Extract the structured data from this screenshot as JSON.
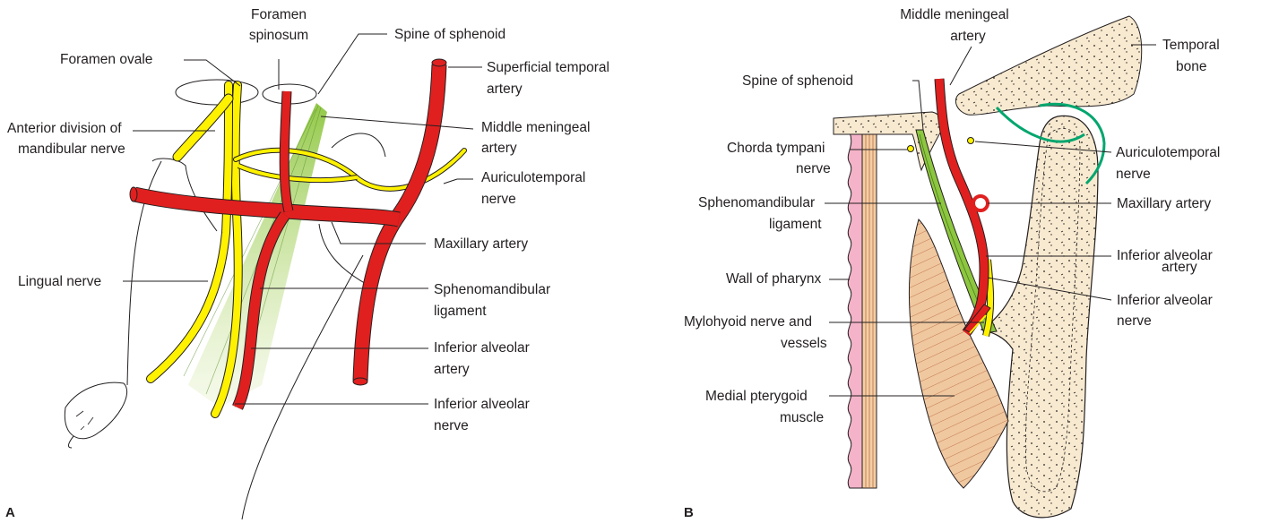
{
  "panels": {
    "a": {
      "letter": "A",
      "labels": {
        "foramen_spinosum_l1": "Foramen",
        "foramen_spinosum_l2": "spinosum",
        "foramen_ovale": "Foramen ovale",
        "spine_of_sphenoid": "Spine of sphenoid",
        "superficial_temporal_l1": "Superficial temporal",
        "superficial_temporal_l2": "artery",
        "anterior_division_l1": "Anterior division of",
        "anterior_division_l2": "mandibular nerve",
        "middle_meningeal_l1": "Middle meningeal",
        "middle_meningeal_l2": "artery",
        "auriculotemporal_l1": "Auriculotemporal",
        "auriculotemporal_l2": "nerve",
        "maxillary_artery": "Maxillary artery",
        "lingual_nerve": "Lingual nerve",
        "sphenomandibular_l1": "Sphenomandibular",
        "sphenomandibular_l2": "ligament",
        "inf_alveolar_artery_l1": "Inferior alveolar",
        "inf_alveolar_artery_l2": "artery",
        "inf_alveolar_nerve_l1": "Inferior alveolar",
        "inf_alveolar_nerve_l2": "nerve"
      }
    },
    "b": {
      "letter": "B",
      "labels": {
        "middle_meningeal_l1": "Middle meningeal",
        "middle_meningeal_l2": "artery",
        "temporal_bone_l1": "Temporal",
        "temporal_bone_l2": "bone",
        "spine_of_sphenoid": "Spine of sphenoid",
        "chorda_tympani_l1": "Chorda tympani",
        "chorda_tympani_l2": "nerve",
        "auriculotemporal_l1": "Auriculotemporal",
        "auriculotemporal_l2": "nerve",
        "sphenomandibular_l1": "Sphenomandibular",
        "sphenomandibular_l2": "ligament",
        "maxillary_artery": "Maxillary artery",
        "inf_alveolar_artery_l1": "Inferior alveolar",
        "inf_alveolar_artery_l2": "artery",
        "wall_of_pharynx": "Wall of pharynx",
        "inf_alveolar_nerve_l1": "Inferior alveolar",
        "inf_alveolar_nerve_l2": "nerve",
        "mylohyoid_l1": "Mylohyoid nerve and",
        "mylohyoid_l2": "vessels",
        "medial_pterygoid_l1": "Medial pterygoid",
        "medial_pterygoid_l2": "muscle"
      }
    }
  },
  "colors": {
    "artery": "#e0201f",
    "nerve": "#fff200",
    "ligament": "#8dc63f",
    "bone": "#f8ead0",
    "muscle": "#f0c8a0",
    "pharynx": "#f4b3c8",
    "auriculotemporal_b": "#00a66e"
  }
}
